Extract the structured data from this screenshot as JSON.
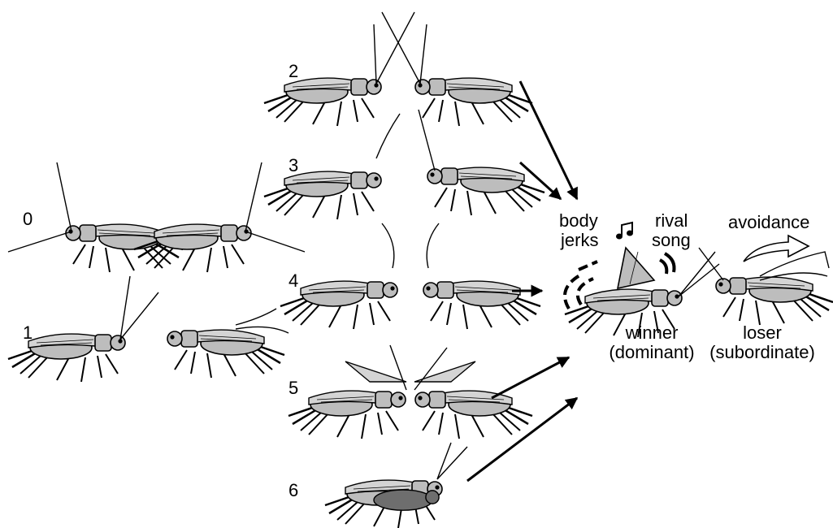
{
  "stages": [
    {
      "label": "0"
    },
    {
      "label": "1"
    },
    {
      "label": "2"
    },
    {
      "label": "3"
    },
    {
      "label": "4"
    },
    {
      "label": "5"
    },
    {
      "label": "6"
    }
  ],
  "outcome": {
    "body_jerks": [
      "body",
      "jerks"
    ],
    "rival_song": [
      "rival",
      "song"
    ],
    "avoidance": "avoidance",
    "winner": [
      "winner",
      "(dominant)"
    ],
    "loser": [
      "loser",
      "(subordinate)"
    ]
  },
  "colors": {
    "ink": "#000000",
    "body_fill": "#bdbdbd",
    "dark_fill": "#6e6e6e",
    "background": "#ffffff"
  }
}
